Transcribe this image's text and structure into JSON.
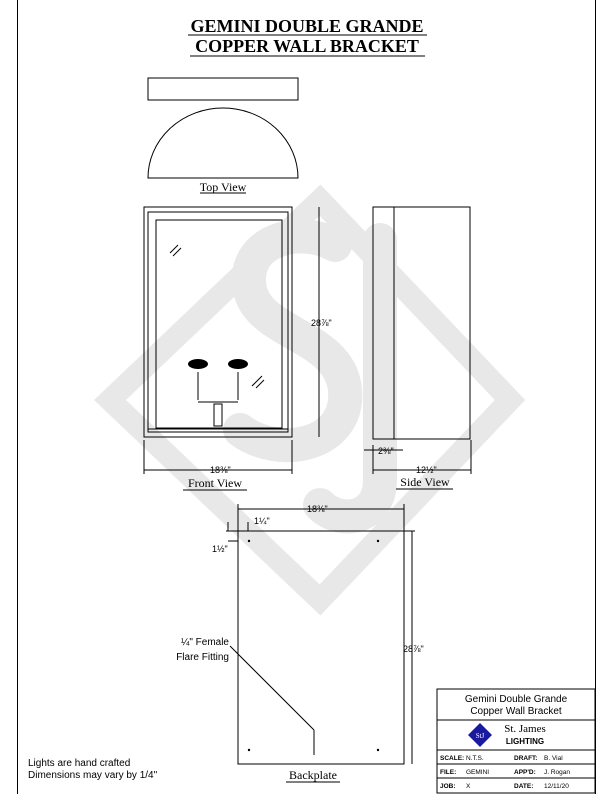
{
  "title": {
    "line1": "GEMINI DOUBLE GRANDE",
    "line2": "COPPER WALL BRACKET"
  },
  "views": {
    "top": "Top View",
    "front": "Front View",
    "side": "Side View",
    "backplate": "Backplate"
  },
  "dimensions": {
    "front_height": "28⅞\"",
    "front_width": "18⅜\"",
    "side_depth": "12½\"",
    "side_offset": "2⅜\"",
    "back_width": "18⅜\"",
    "back_height": "28⅞\"",
    "back_hole_x": "1¼\"",
    "back_hole_y": "1½\""
  },
  "callout": {
    "line1": "¼\" Female",
    "line2": "Flare Fitting"
  },
  "notes": {
    "line1": "Lights are hand crafted",
    "line2": "Dimensions may vary by 1/4\""
  },
  "title_block": {
    "name1": "Gemini Double Grande",
    "name2": "Copper Wall Bracket",
    "company1": "St. James",
    "company2": "LIGHTING",
    "logo_text": "StJ",
    "scale_label": "SCALE:",
    "scale": "N.T.S.",
    "draft_label": "DRAFT:",
    "draft": "B. Vial",
    "file_label": "FILE:",
    "file": "GEMINI",
    "appd_label": "APP'D:",
    "appd": "J. Rogan",
    "job_label": "JOB:",
    "job": "X",
    "date_label": "DATE:",
    "date": "12/11/20"
  },
  "colors": {
    "logo": "#1a1aa0",
    "watermark": "#e6e6e6"
  }
}
